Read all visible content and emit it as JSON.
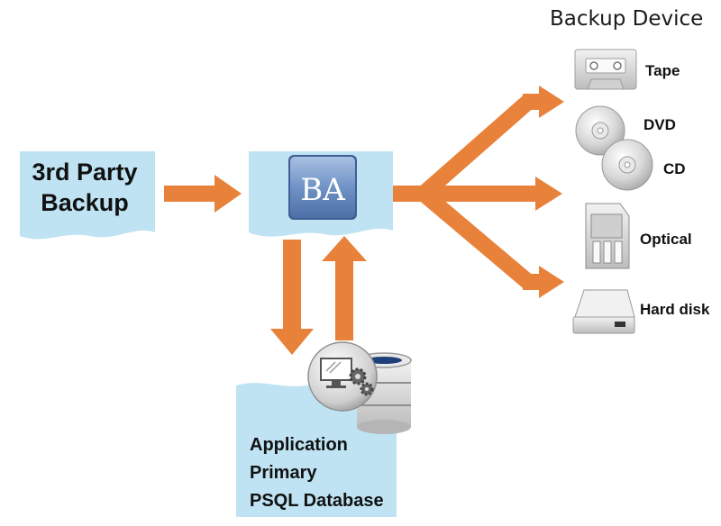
{
  "source": {
    "label_line1": "3rd Party",
    "label_line2": "Backup"
  },
  "backup_agent": {
    "logo_text": "BA"
  },
  "database": {
    "label_line1": "Application",
    "label_line2": "Primary",
    "label_line3": "PSQL Database"
  },
  "devices": {
    "heading": "Backup Device",
    "tape": "Tape",
    "dvd": "DVD",
    "cd": "CD",
    "optical": "Optical",
    "hard_disk": "Hard disk"
  },
  "colors": {
    "arrow": "#e8823a",
    "panel": "#bfe3f2",
    "logo_bg": "#6f93c6",
    "device_gray": "#d9d9d9"
  }
}
